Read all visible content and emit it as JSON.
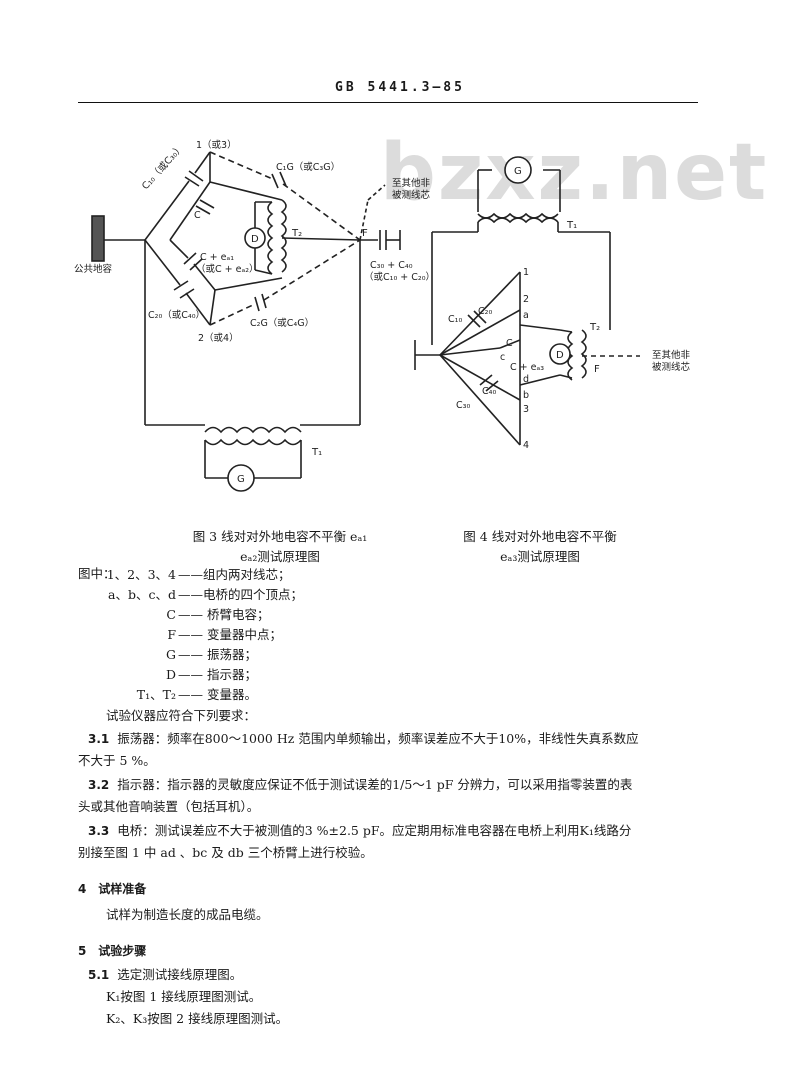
{
  "header": {
    "code": "GB 5441.3—85"
  },
  "watermark": "bzxz.net",
  "fig3": {
    "caption_line1": "图 3  线对对外地电容不平衡 eₐ₁",
    "caption_line2": "eₐ₂测试原理图",
    "labels": {
      "node1": "1（或3）",
      "node2": "2（或4）",
      "c10": "C₁₀（或C₃₀）",
      "c1g": "C₁G（或C₃G）",
      "c": "C",
      "c_ea1": "C + eₐ₁",
      "c_ea2": "（或C + eₐ₂）",
      "c20": "C₂₀（或C₄₀）",
      "c2g": "C₂G（或C₄G）",
      "d": "D",
      "t2": "T₂",
      "t1": "T₁",
      "f": "F",
      "g": "G",
      "ground": "公共地容",
      "to_other1": "至其他非",
      "to_other2": "被测线芯",
      "cf1": "C₃₀ + C₄₀",
      "cf2": "（或C₁₀ + C₂₀）"
    }
  },
  "fig4": {
    "caption_line1": "图 4  线对对外地电容不平衡",
    "caption_line2": "eₐ₃测试原理图",
    "labels": {
      "g": "G",
      "t1": "T₁",
      "t2": "T₂",
      "d": "D",
      "f": "F",
      "c": "C",
      "c_ea3": "C + eₐ₃",
      "c10": "C₁₀",
      "c20": "C₂₀",
      "c30": "C₃₀",
      "c40": "C₄₀",
      "n1": "1",
      "n2": "2",
      "n3": "3",
      "n4": "4",
      "a": "a",
      "b": "b",
      "c_node": "c",
      "d_node": "d",
      "to_other1": "至其他非",
      "to_other2": "被测线芯"
    }
  },
  "legend": {
    "intro": "图中：",
    "rows": [
      {
        "key": "1、2、3、4",
        "value": "——组内两对线芯；"
      },
      {
        "key": "a、b、c、d",
        "value": "——电桥的四个顶点；"
      },
      {
        "key": "C",
        "value": "—— 桥臂电容；"
      },
      {
        "key": "F",
        "value": "—— 变量器中点；"
      },
      {
        "key": "G",
        "value": "—— 振荡器；"
      },
      {
        "key": "D",
        "value": "—— 指示器；"
      },
      {
        "key": "T₁、T₂",
        "value": "—— 变量器。"
      }
    ]
  },
  "body": {
    "intro": "试验仪器应符合下列要求：",
    "s31_num": "3.1",
    "s31_line1": "振荡器：频率在800～1000 Hz 范围内单频输出，频率误差应不大于10%，非线性失真系数应",
    "s31_line2": "不大于 5 %。",
    "s32_num": "3.2",
    "s32_line1": "指示器：指示器的灵敏度应保证不低于测试误差的1/5～1 pF 分辨力，可以采用指零装置的表",
    "s32_line2": "头或其他音响装置（包括耳机）。",
    "s33_num": "3.3",
    "s33_line1": "电桥：测试误差应不大于被测值的3 %±2.5 pF。应定期用标准电容器在电桥上利用K₁线路分",
    "s33_line2": "别接至图 1 中 ad 、bc 及 db 三个桥臂上进行校验。",
    "s4_num": "4",
    "s4_title": "试样准备",
    "s4_text": "试样为制造长度的成品电缆。",
    "s5_num": "5",
    "s5_title": "试验步骤",
    "s51_num": "5.1",
    "s51_text": "选定测试接线原理图。",
    "s51_k1": "K₁按图 1 接线原理图测试。",
    "s51_k23": "K₂、K₃按图 2 接线原理图测试。"
  }
}
